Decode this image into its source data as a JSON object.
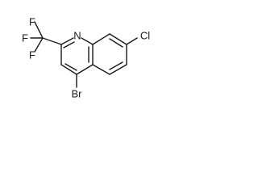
{
  "molecule": {
    "atoms": {
      "F1": "F",
      "F2": "F",
      "F3": "F",
      "N": "N",
      "Cl": "Cl",
      "Br": "Br"
    }
  }
}
